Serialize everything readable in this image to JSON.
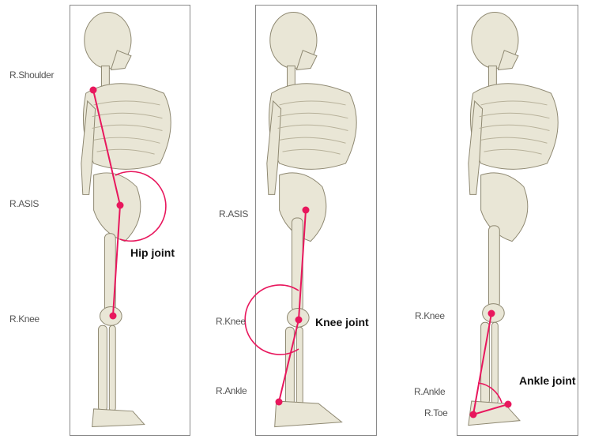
{
  "panels": [
    {
      "joint_label": "Hip joint",
      "landmarks": [
        "R.Shoulder",
        "R.ASIS",
        "R.Knee"
      ]
    },
    {
      "joint_label": "Knee joint",
      "landmarks": [
        "R.ASIS",
        "R.Knee",
        "R.Ankle"
      ]
    },
    {
      "joint_label": "Ankle joint",
      "landmarks": [
        "R.Knee",
        "R.Ankle",
        "R.Toe"
      ]
    }
  ],
  "colors": {
    "marker": "#e8175d",
    "bone": "#e9e6d6",
    "bone_shade": "#b7b19a",
    "frame": "#8a8a8a"
  }
}
